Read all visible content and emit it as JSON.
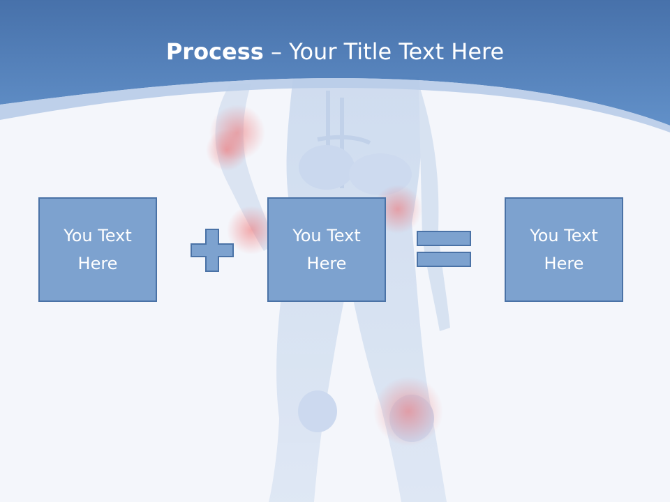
{
  "title": {
    "bold": "Process",
    "rest": " – Your Title Text Here"
  },
  "boxes": [
    {
      "text": "You Text Here"
    },
    {
      "text": "You Text Here"
    },
    {
      "text": "You Text Here"
    }
  ],
  "operators": [
    "plus",
    "equals"
  ],
  "colors": {
    "header_blue": "#4f7fbf",
    "box_fill": "#7da2cf",
    "box_border": "#4a72a6",
    "background": "#f4f6fb",
    "highlight_red": "#f08a8a"
  }
}
